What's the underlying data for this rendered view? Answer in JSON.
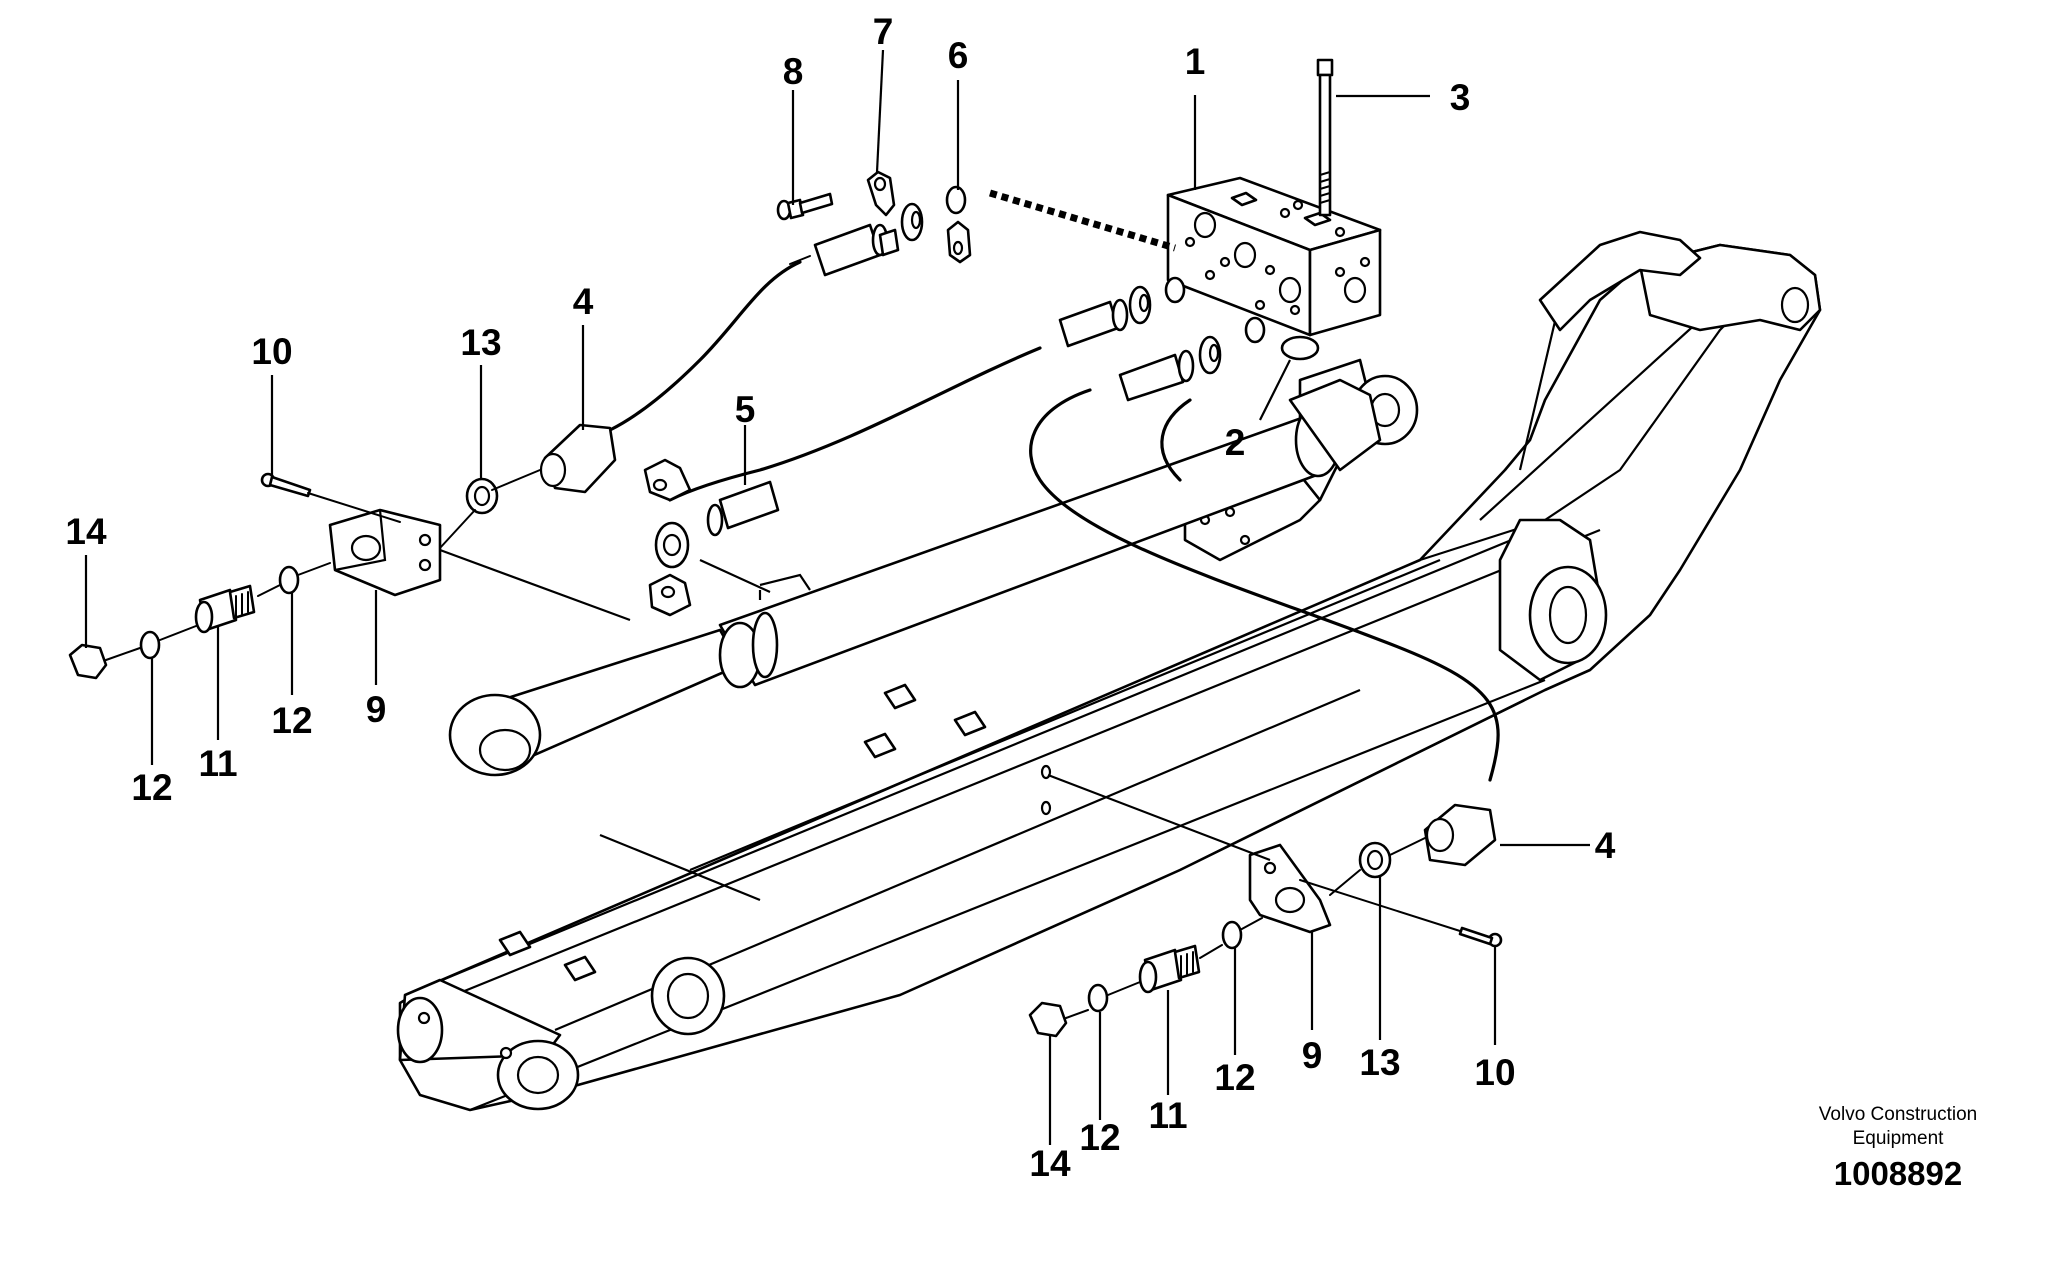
{
  "callouts": {
    "c1": "1",
    "c2": "2",
    "c3": "3",
    "c4a": "4",
    "c4b": "4",
    "c5": "5",
    "c6": "6",
    "c7": "7",
    "c8": "8",
    "c9a": "9",
    "c9b": "9",
    "c10a": "10",
    "c10b": "10",
    "c11a": "11",
    "c11b": "11",
    "c12a": "12",
    "c12b": "12",
    "c12c": "12",
    "c12d": "12",
    "c13a": "13",
    "c13b": "13",
    "c14a": "14",
    "c14b": "14"
  },
  "footer": {
    "maker_line1": "Volvo Construction",
    "maker_line2": "Equipment",
    "doc_number": "1008892"
  }
}
